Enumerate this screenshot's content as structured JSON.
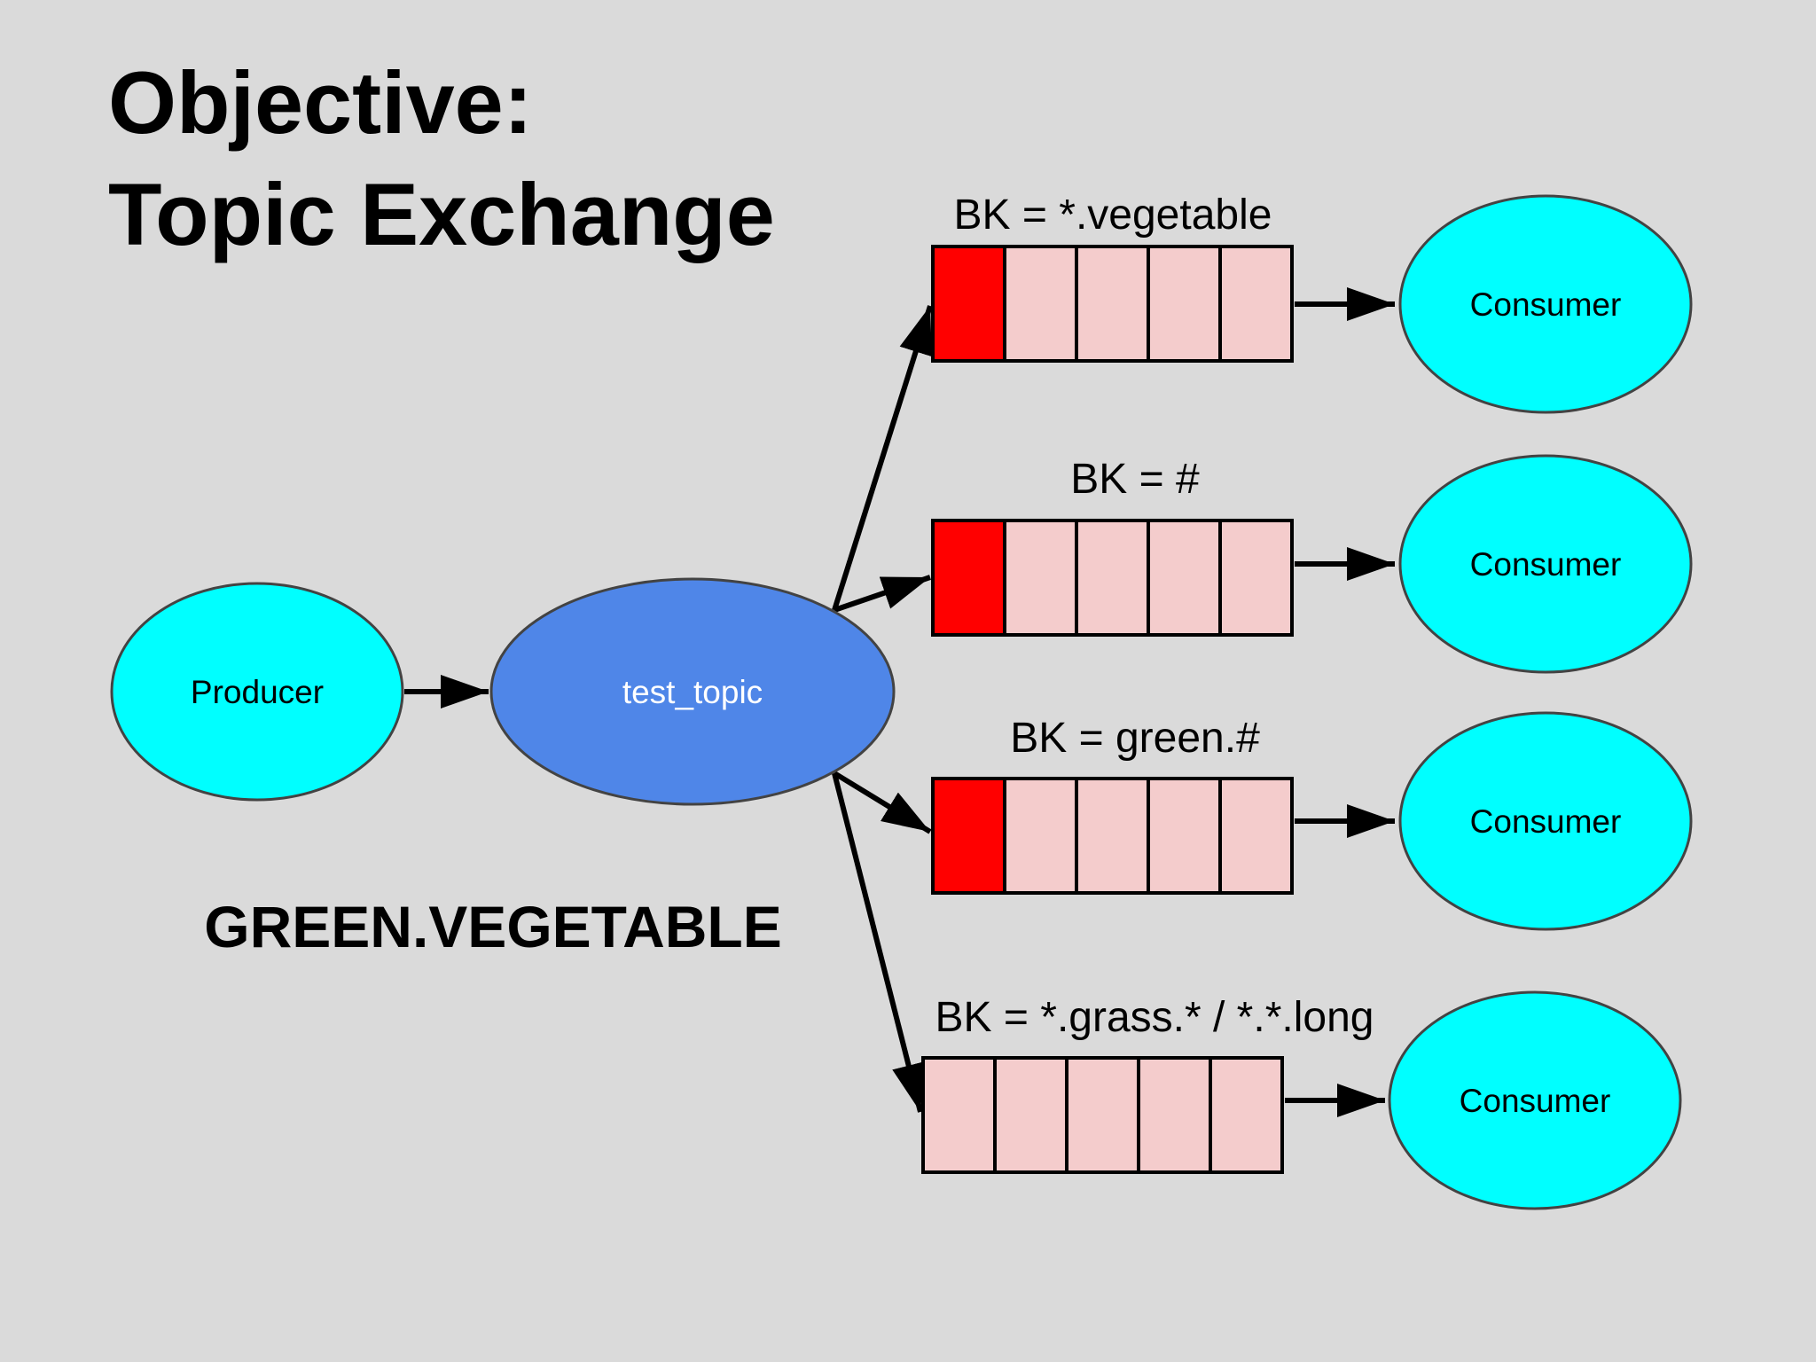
{
  "slide": {
    "title_line1": "Objective:",
    "title_line2": "Topic Exchange",
    "message_key": "GREEN.VEGETABLE"
  },
  "nodes": {
    "producer": "Producer",
    "exchange": "test_topic",
    "consumer": "Consumer"
  },
  "queues": [
    {
      "binding_label": "BK = *.vegetable",
      "filled_slots": 1,
      "total_slots": 5
    },
    {
      "binding_label": "BK = #",
      "filled_slots": 1,
      "total_slots": 5
    },
    {
      "binding_label": "BK = green.#",
      "filled_slots": 1,
      "total_slots": 5
    },
    {
      "binding_label": "BK = *.grass.* / *.*.long",
      "filled_slots": 0,
      "total_slots": 5
    }
  ],
  "colors": {
    "background": "#dadada",
    "producer_consumer_fill": "#00ffff",
    "exchange_fill": "#4f86e8",
    "queue_slot_empty": "#f4cccc",
    "queue_slot_filled": "#ff0000",
    "stroke": "#000000",
    "ellipse_stroke": "#434343"
  }
}
